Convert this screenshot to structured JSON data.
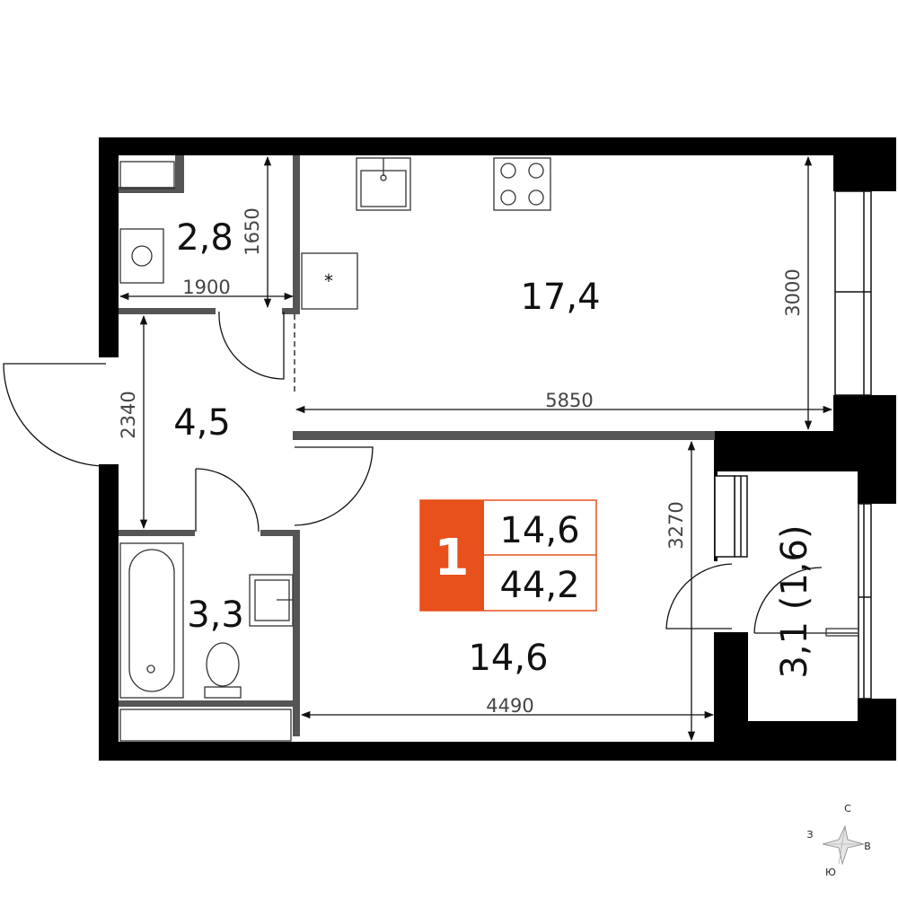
{
  "rooms": {
    "storage_area": "2,8",
    "kitchen_living_area": "17,4",
    "hall_area": "4,5",
    "bathroom_area": "3,3",
    "bedroom_area": "14,6",
    "balcony_area": "3,1 (1,6)"
  },
  "dimensions": {
    "storage_height": "1650",
    "storage_width": "1900",
    "kitchen_height": "3000",
    "kitchen_width": "5850",
    "hall_height": "2340",
    "bedroom_height": "3270",
    "bedroom_width": "4490"
  },
  "badge": {
    "rooms_count": "1",
    "living_area": "14,6",
    "total_area": "44,2",
    "color": "#e8501c"
  },
  "compass": {
    "north": "С",
    "east": "В",
    "south": "Ю",
    "west": "З"
  },
  "colors": {
    "wall": "#000000",
    "partition": "#555555",
    "fixture": "#333333"
  }
}
